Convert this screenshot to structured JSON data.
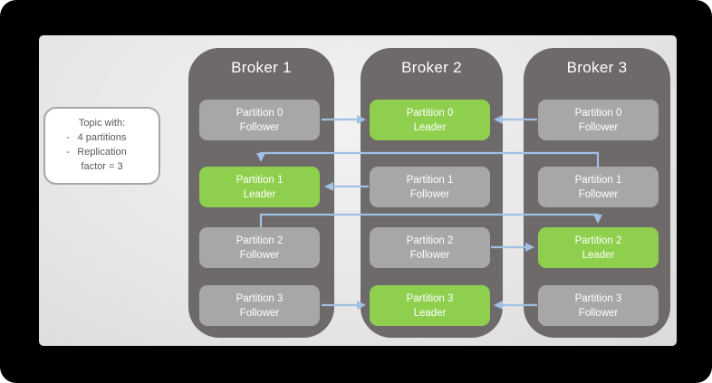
{
  "callout": {
    "title": "Topic with:",
    "lines": [
      {
        "bullet": "-",
        "text": "4 partitions"
      },
      {
        "bullet": "-",
        "text": "Replication"
      },
      {
        "bullet": "",
        "text": "factor = 3"
      }
    ]
  },
  "brokers": [
    {
      "label": "Broker 1",
      "partitions": [
        {
          "name": "Partition 0",
          "role": "Follower"
        },
        {
          "name": "Partition 1",
          "role": "Leader"
        },
        {
          "name": "Partition 2",
          "role": "Follower"
        },
        {
          "name": "Partition 3",
          "role": "Follower"
        }
      ]
    },
    {
      "label": "Broker 2",
      "partitions": [
        {
          "name": "Partition 0",
          "role": "Leader"
        },
        {
          "name": "Partition 1",
          "role": "Follower"
        },
        {
          "name": "Partition 2",
          "role": "Follower"
        },
        {
          "name": "Partition 3",
          "role": "Leader"
        }
      ]
    },
    {
      "label": "Broker 3",
      "partitions": [
        {
          "name": "Partition 0",
          "role": "Follower"
        },
        {
          "name": "Partition 1",
          "role": "Follower"
        },
        {
          "name": "Partition 2",
          "role": "Leader"
        },
        {
          "name": "Partition 3",
          "role": "Follower"
        }
      ]
    }
  ],
  "connections": [
    {
      "from": "Broker 1 Partition 0 Follower",
      "to": "Broker 2 Partition 0 Leader"
    },
    {
      "from": "Broker 3 Partition 0 Follower",
      "to": "Broker 2 Partition 0 Leader"
    },
    {
      "from": "Broker 2 Partition 1 Follower",
      "to": "Broker 1 Partition 1 Leader"
    },
    {
      "from": "Broker 3 Partition 1 Follower",
      "to": "Broker 1 Partition 1 Leader"
    },
    {
      "from": "Broker 2 Partition 2 Follower",
      "to": "Broker 3 Partition 2 Leader"
    },
    {
      "from": "Broker 1 Partition 2 Follower",
      "to": "Broker 3 Partition 2 Leader"
    },
    {
      "from": "Broker 1 Partition 3 Follower",
      "to": "Broker 2 Partition 3 Leader"
    },
    {
      "from": "Broker 3 Partition 3 Follower",
      "to": "Broker 2 Partition 3 Leader"
    }
  ],
  "colors": {
    "leader_green": "#8ed04e",
    "follower_gray": "#a7a7a7",
    "broker_column": "#6e6a69",
    "arrow_blue": "#a0c0e4",
    "callout_border": "#a6a6a6",
    "callout_text": "#595959",
    "slide_background": "#e9e9e9",
    "frame_background": "#000000"
  }
}
